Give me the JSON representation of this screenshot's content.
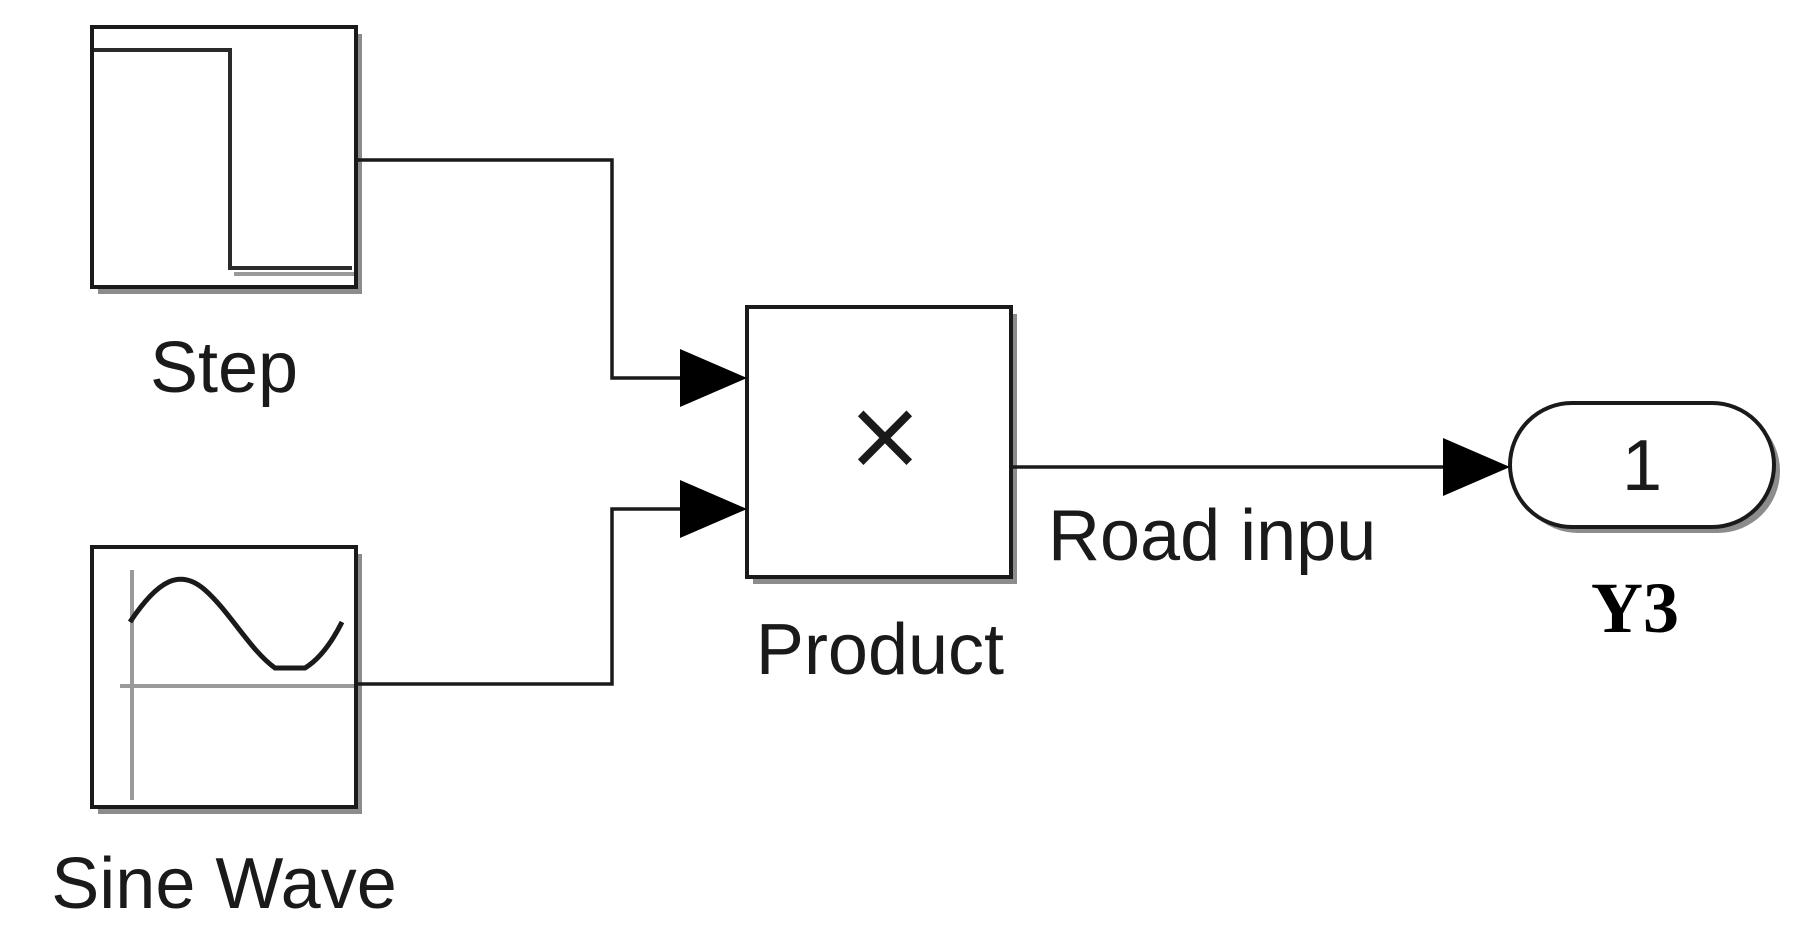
{
  "blocks": {
    "step": {
      "label": "Step"
    },
    "sine_wave": {
      "label": "Sine Wave"
    },
    "product": {
      "label": "Product",
      "symbol": "×"
    },
    "outport": {
      "port_number": "1",
      "name": "Y3"
    }
  },
  "signals": {
    "product_to_out": {
      "label": "Road inpu"
    }
  },
  "colors": {
    "line": "#1a1a1a",
    "shadow": "#8c8c8c",
    "icon_gray": "#9a9a9a"
  }
}
